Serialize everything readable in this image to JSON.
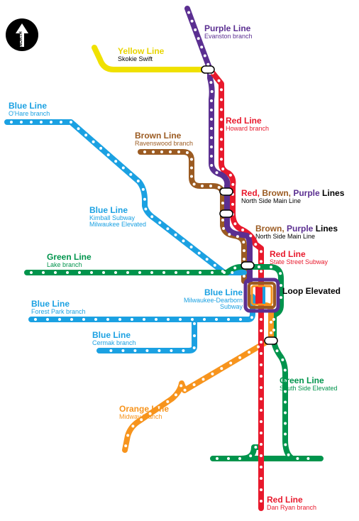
{
  "colors": {
    "red": "#e8192c",
    "blue": "#1ba1e2",
    "green": "#00944c",
    "brown": "#9b5b22",
    "purple": "#5b2f91",
    "orange": "#f7941d",
    "yellow": "#f0e100",
    "black": "#000000"
  },
  "compass": {
    "label": "NORTH",
    "icon": "north-arrow-icon"
  },
  "labels": {
    "purple": {
      "title": "Purple Line",
      "sub": "Evanston branch"
    },
    "yellow": {
      "title": "Yellow Line",
      "sub": "Skokie Swift"
    },
    "blue_ohare": {
      "title": "Blue Line",
      "sub": "O'Hare branch"
    },
    "red_howard": {
      "title": "Red Line",
      "sub": "Howard branch"
    },
    "brown_rav": {
      "title": "Brown Line",
      "sub": "Ravenswood branch"
    },
    "rbp": {
      "t1": "Red, ",
      "t2": "Brown, ",
      "t3": "Purple ",
      "t4": "Lines",
      "sub": "North Side Main Line"
    },
    "blue_kimball": {
      "title": "Blue Line",
      "sub": "Kimball Subway",
      "sub2": "Milwaukee Elevated"
    },
    "bp": {
      "t1": "Brown, ",
      "t2": "Purple ",
      "t3": "Lines",
      "sub": "North Side Main Line"
    },
    "green_lake": {
      "title": "Green Line",
      "sub": "Lake branch"
    },
    "red_state": {
      "title": "Red Line",
      "sub": "State Street Subway"
    },
    "loop": {
      "title": "Loop Elevated"
    },
    "blue_md": {
      "title": "Blue Line",
      "sub": "Milwaukee-Dearborn",
      "sub2": "Subway"
    },
    "blue_fp": {
      "title": "Blue Line",
      "sub": "Forest Park branch"
    },
    "blue_cermak": {
      "title": "Blue Line",
      "sub": "Cermak branch"
    },
    "green_south": {
      "title": "Green Line",
      "sub": "South Side Elevated"
    },
    "orange": {
      "title": "Orange Line",
      "sub": "Midway branch"
    },
    "red_dan": {
      "title": "Red Line",
      "sub": "Dan Ryan branch"
    }
  }
}
